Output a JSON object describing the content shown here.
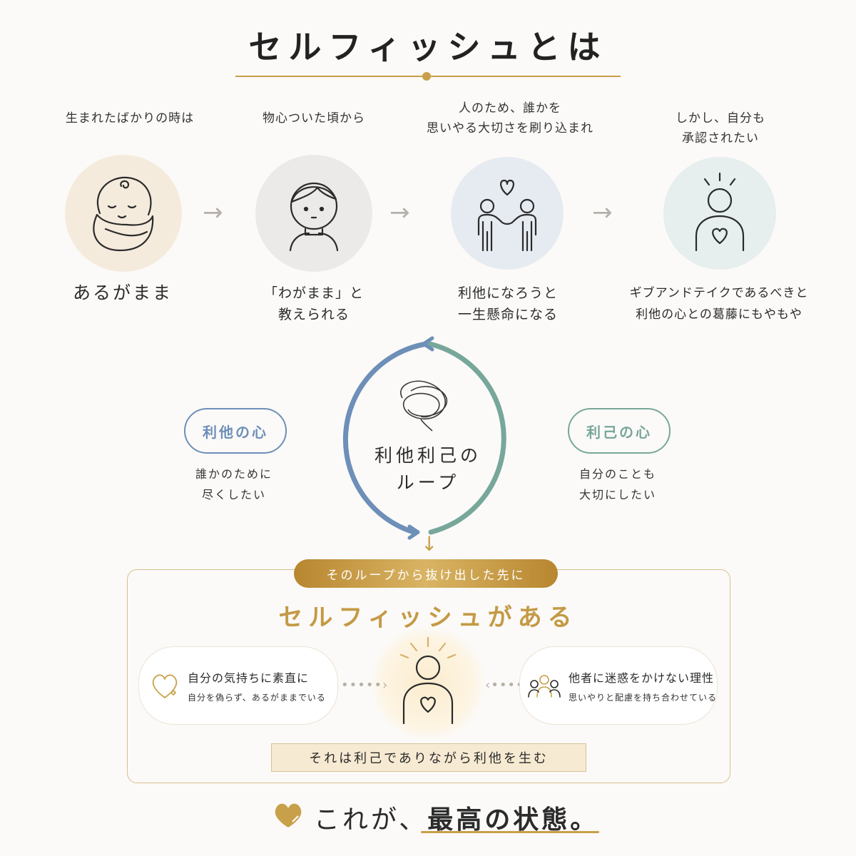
{
  "title": "セルフィッシュとは",
  "steps": [
    {
      "caption": "生まれたばかりの時は",
      "label_lines": [
        "あるがまま"
      ]
    },
    {
      "caption": "物心ついた頃から",
      "label_lines": [
        "「わがまま」と",
        "教えられる"
      ]
    },
    {
      "caption_lines": [
        "人のため、誰かを",
        "思いやる大切さを刷り込まれ"
      ],
      "label_lines": [
        "利他になろうと",
        "一生懸命になる"
      ]
    },
    {
      "caption_lines": [
        "しかし、自分も",
        "承認されたい"
      ],
      "label_lines": [
        "ギブアンドテイクであるべきと",
        "利他の心との葛藤にもやもや"
      ]
    }
  ],
  "step_icons": [
    "baby-icon",
    "child-icon",
    "holding-hands-icon",
    "person-heart-icon"
  ],
  "step_colors": [
    "#f5ebdd",
    "#ebeae8",
    "#e6ebf1",
    "#e6eeee"
  ],
  "loop": {
    "center_lines": [
      "利他利己の",
      "ループ"
    ],
    "left": {
      "pill": "利他の心",
      "sub_lines": [
        "誰かのために",
        "尽くしたい"
      ],
      "color": "#6d8fb8"
    },
    "right": {
      "pill": "利己の心",
      "sub_lines": [
        "自分のことも",
        "大切にしたい"
      ],
      "color": "#77a79a"
    }
  },
  "result": {
    "banner": "そのループから抜け出した先に",
    "headline": "セルフィッシュがある",
    "left_card": {
      "title": "自分の気持ちに素直に",
      "sub": "自分を偽らず、あるがままでいる"
    },
    "right_card": {
      "title": "他者に迷惑をかけない理性",
      "sub": "思いやりと配慮を持ち合わせている"
    },
    "bottom_bar": "それは利己でありながら利他を生む"
  },
  "final": {
    "prefix": "これが、",
    "emphasis": "最高の状態。"
  },
  "accent_color": "#c9a04a"
}
